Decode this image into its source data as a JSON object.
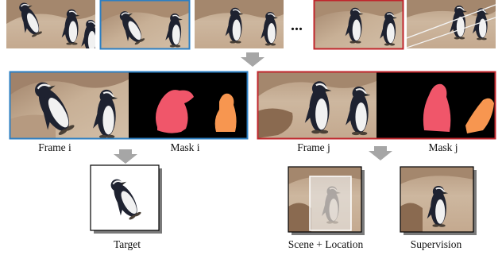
{
  "top_strip": {
    "ellipsis": "..."
  },
  "frame_i": {
    "label": "Frame i"
  },
  "mask_i": {
    "label": "Mask i"
  },
  "frame_j": {
    "label": "Frame j"
  },
  "mask_j": {
    "label": "Mask j"
  },
  "target": {
    "label": "Target"
  },
  "scene_location": {
    "label": "Scene + Location"
  },
  "supervision": {
    "label": "Supervision"
  },
  "colors": {
    "highlight_i": "#2c7fc3",
    "highlight_j": "#c0262c",
    "mask_left": "#f0566a",
    "mask_right": "#f79650",
    "arrow": "#a6a6a6",
    "rock_light": "#c9b29a",
    "rock_dark": "#8a6f58",
    "penguin_dark": "#1e2230"
  }
}
